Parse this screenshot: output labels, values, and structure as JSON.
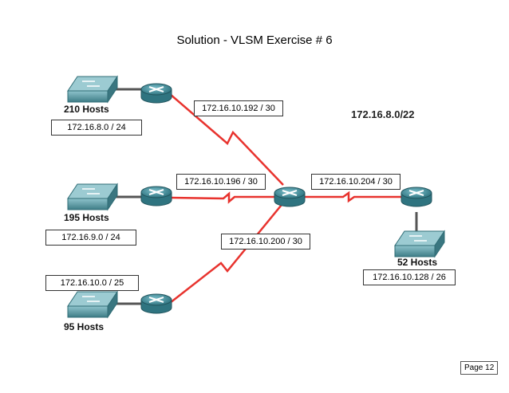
{
  "title": "Solution - VLSM Exercise # 6",
  "network": "172.16.8.0/22",
  "page_label": "Page 12",
  "sites": [
    {
      "hosts": "210 Hosts",
      "subnet": "172.16.8.0 / 24"
    },
    {
      "hosts": "195 Hosts",
      "subnet": "172.16.9.0 / 24"
    },
    {
      "hosts": "95 Hosts",
      "subnet": "172.16.10.0 / 25"
    },
    {
      "hosts": "52 Hosts",
      "subnet": "172.16.10.128 / 26"
    }
  ],
  "links": [
    {
      "subnet": "172.16.10.192 / 30"
    },
    {
      "subnet": "172.16.10.196 / 30"
    },
    {
      "subnet": "172.16.10.200 / 30"
    },
    {
      "subnet": "172.16.10.204 / 30"
    }
  ],
  "colors": {
    "serial_link": "#e8332e",
    "ethernet_link": "#555555",
    "device": "#3c8a99"
  }
}
